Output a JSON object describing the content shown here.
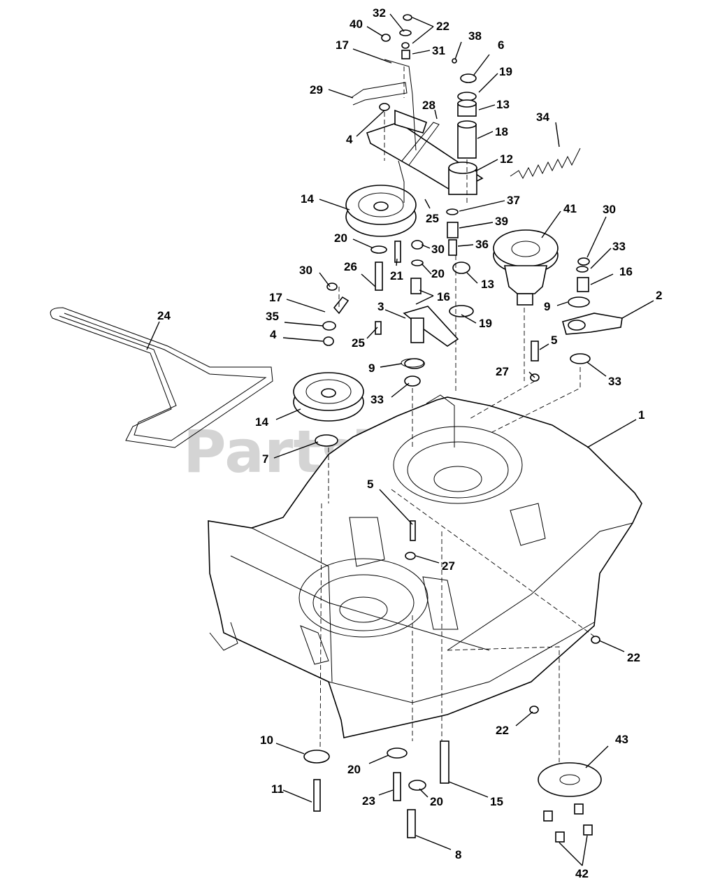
{
  "watermark": {
    "text": "PartsTree",
    "trademark": "TM"
  },
  "callouts": [
    {
      "label": "32"
    },
    {
      "label": "22"
    },
    {
      "label": "40"
    },
    {
      "label": "17"
    },
    {
      "label": "31"
    },
    {
      "label": "38"
    },
    {
      "label": "6"
    },
    {
      "label": "19"
    },
    {
      "label": "29"
    },
    {
      "label": "13"
    },
    {
      "label": "28"
    },
    {
      "label": "34"
    },
    {
      "label": "4"
    },
    {
      "label": "18"
    },
    {
      "label": "12"
    },
    {
      "label": "14"
    },
    {
      "label": "37"
    },
    {
      "label": "25"
    },
    {
      "label": "39"
    },
    {
      "label": "41"
    },
    {
      "label": "30"
    },
    {
      "label": "20"
    },
    {
      "label": "30"
    },
    {
      "label": "36"
    },
    {
      "label": "33"
    },
    {
      "label": "20"
    },
    {
      "label": "16"
    },
    {
      "label": "26"
    },
    {
      "label": "21"
    },
    {
      "label": "13"
    },
    {
      "label": "30"
    },
    {
      "label": "16"
    },
    {
      "label": "9"
    },
    {
      "label": "2"
    },
    {
      "label": "17"
    },
    {
      "label": "3"
    },
    {
      "label": "19"
    },
    {
      "label": "24"
    },
    {
      "label": "35"
    },
    {
      "label": "25"
    },
    {
      "label": "4"
    },
    {
      "label": "5"
    },
    {
      "label": "9"
    },
    {
      "label": "27"
    },
    {
      "label": "33"
    },
    {
      "label": "33"
    },
    {
      "label": "14"
    },
    {
      "label": "1"
    },
    {
      "label": "7"
    },
    {
      "label": "5"
    },
    {
      "label": "27"
    },
    {
      "label": "22"
    },
    {
      "label": "22"
    },
    {
      "label": "10"
    },
    {
      "label": "43"
    },
    {
      "label": "20"
    },
    {
      "label": "11"
    },
    {
      "label": "23"
    },
    {
      "label": "20"
    },
    {
      "label": "15"
    },
    {
      "label": "8"
    },
    {
      "label": "42"
    }
  ]
}
